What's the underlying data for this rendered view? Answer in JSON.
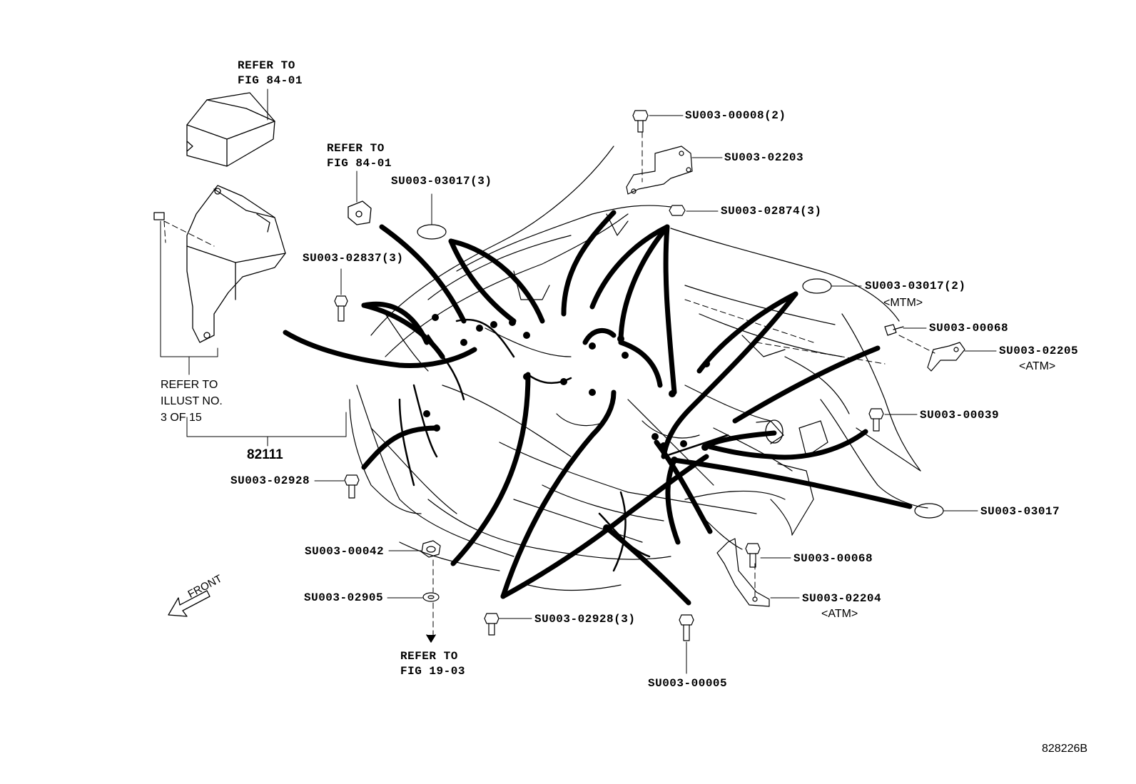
{
  "labels": {
    "refer_fig84_top": "REFER TO\nFIG 84-01",
    "refer_fig84_mid": "REFER TO\nFIG 84-01",
    "refer_illust": "REFER TO\nILLUST NO.\n3 OF 15",
    "harness_part": "82111",
    "su_00008": "SU003-00008(2)",
    "su_02203": "SU003-02203",
    "su_03017_3": "SU003-03017(3)",
    "su_02874": "SU003-02874(3)",
    "su_02837": "SU003-02837(3)",
    "su_03017_2": "SU003-03017(2)",
    "mtm": "<MTM>",
    "su_00068_a": "SU003-00068",
    "su_02205": "SU003-02205",
    "atm_a": "<ATM>",
    "su_00039": "SU003-00039",
    "su_02928_a": "SU003-02928",
    "su_03017": "SU003-03017",
    "su_00042": "SU003-00042",
    "su_00068_b": "SU003-00068",
    "su_02905": "SU003-02905",
    "su_02204": "SU003-02204",
    "atm_b": "<ATM>",
    "su_02928_b": "SU003-02928(3)",
    "refer_fig19": "REFER TO\nFIG 19-03",
    "su_00005": "SU003-00005",
    "front": "FRONT",
    "diagram_id": "828226B"
  }
}
